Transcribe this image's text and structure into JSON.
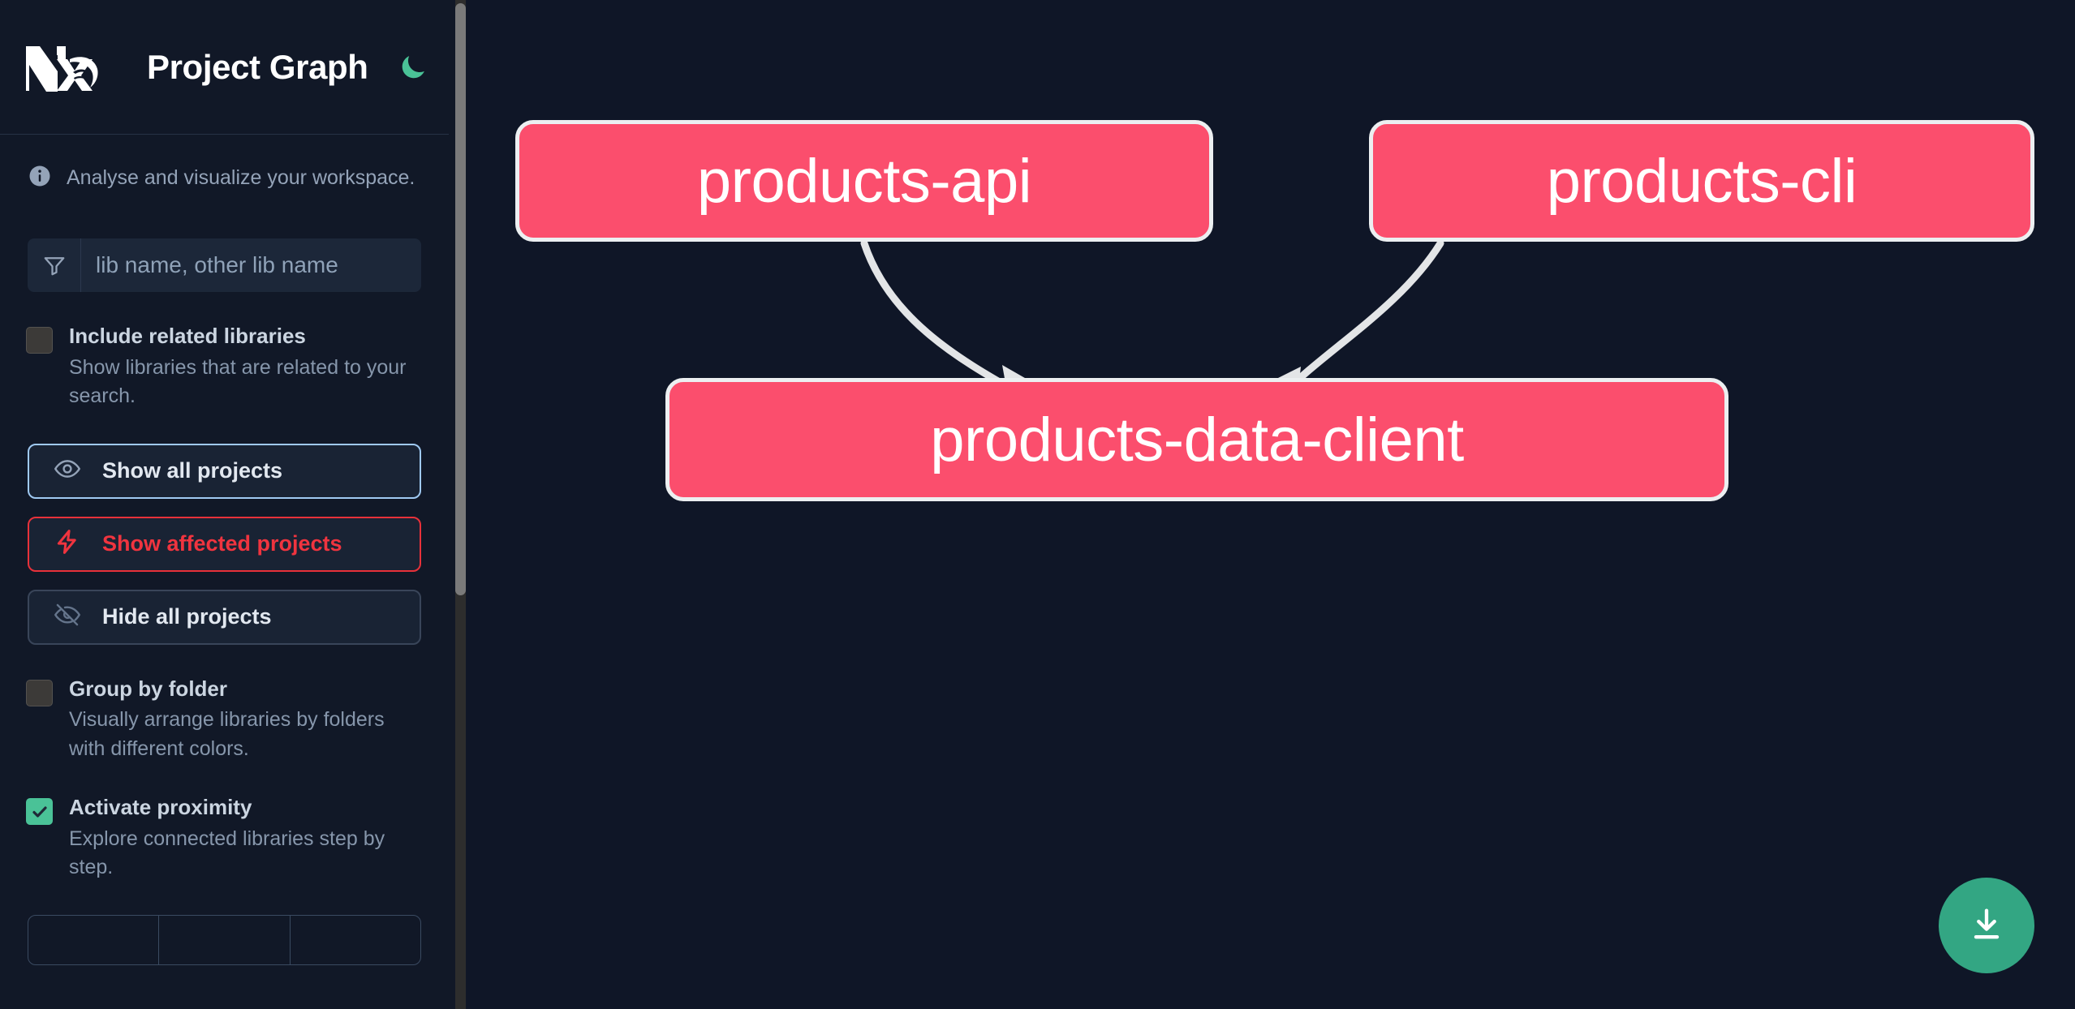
{
  "app": {
    "title": "Project Graph",
    "logo_name": "nx-logo",
    "theme_toggle_icon": "moon-icon",
    "theme_accent": "#4ac297"
  },
  "sidebar": {
    "info": {
      "icon": "info-icon",
      "text": "Analyse and visualize your workspace."
    },
    "search": {
      "icon": "filter-funnel-icon",
      "placeholder": "lib name, other lib name",
      "value": ""
    },
    "options": [
      {
        "id": "include-related-libraries",
        "title": "Include related libraries",
        "description": "Show libraries that are related to your search.",
        "checked": false
      },
      {
        "id": "group-by-folder",
        "title": "Group by folder",
        "description": "Visually arrange libraries by folders with different colors.",
        "checked": false
      },
      {
        "id": "activate-proximity",
        "title": "Activate proximity",
        "description": "Explore connected libraries step by step.",
        "checked": true
      }
    ],
    "buttons": [
      {
        "id": "show-all-projects",
        "label": "Show all projects",
        "icon": "eye-icon",
        "accent": "#9fc9f2"
      },
      {
        "id": "show-affected-projects",
        "label": "Show affected projects",
        "icon": "lightning-icon",
        "accent": "#f0343f"
      },
      {
        "id": "hide-all-projects",
        "label": "Hide all projects",
        "icon": "eye-off-icon",
        "accent": "#394559"
      }
    ],
    "segmented": [
      "",
      "",
      ""
    ],
    "scrollbar": {
      "name": "sidebar-scrollbar"
    }
  },
  "graph": {
    "nodes": [
      {
        "id": "products-api",
        "label": "products-api"
      },
      {
        "id": "products-cli",
        "label": "products-cli"
      },
      {
        "id": "products-data-client",
        "label": "products-data-client"
      }
    ],
    "edges": [
      {
        "from": "products-api",
        "to": "products-data-client"
      },
      {
        "from": "products-cli",
        "to": "products-data-client"
      }
    ],
    "node_fill": "#fb4e6d",
    "node_border": "#eceff1",
    "edge_color": "#e3e5e7",
    "background": "#0f1627",
    "download_button": {
      "icon": "download-icon",
      "color": "#33a683"
    }
  }
}
